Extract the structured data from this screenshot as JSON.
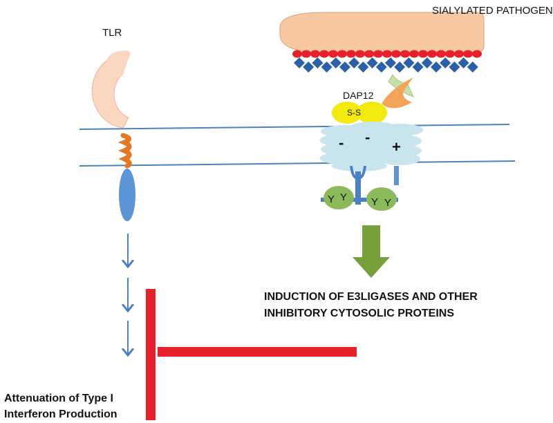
{
  "labels": {
    "pathogen": "SIALYLATED PATHOGEN",
    "tlr": "TLR",
    "dap12": "DAP12",
    "disulfide": "S-S",
    "minus1": "-",
    "minus2": "-",
    "plus": "+",
    "tyrosine": [
      "Y",
      "Y",
      "Y",
      "Y"
    ],
    "induction_line1": "INDUCTION OF E3LIGASES AND OTHER",
    "induction_line2": "INHIBITORY CYTOSOLIC PROTEINS",
    "attenuation_line1": "Attenuation of Type I",
    "attenuation_line2": "Interferon Production"
  },
  "colors": {
    "membrane": "#4a80c4",
    "pathogen_body": "#f7c8a2",
    "sialic_red": "#e8202a",
    "sialic_blue": "#2b5fa8",
    "tlr_ectodomain": "#fbd6c0",
    "tlr_tm": "#e87722",
    "tlr_tail": "#5b95d6",
    "dap12_yellow": "#f2ea0e",
    "receptor_cloud": "#c8e4ec",
    "itam_green": "#8cba5a",
    "arrow_blue": "#4a80c4",
    "induction_arrow": "#78a03a",
    "inhibition_red": "#e8202a",
    "receptor_stalk": "#4a80c4"
  },
  "icons": {
    "pathogen": "pathogen-icon",
    "tlr": "toll-like-receptor-icon",
    "siglec": "siglec-receptor-icon",
    "dap12": "dap12-adaptor-icon",
    "inhibition": "inhibition-bar-icon",
    "induction": "down-arrow-icon"
  }
}
